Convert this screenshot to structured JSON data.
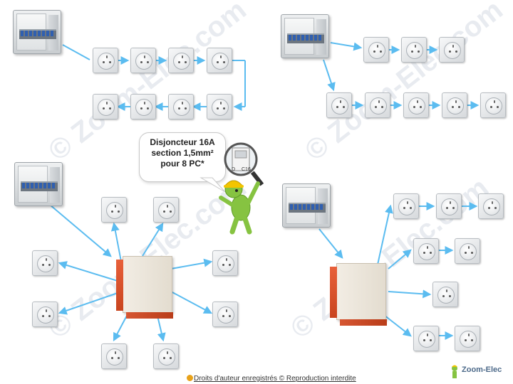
{
  "callout": {
    "line1": "Disjoncteur 16A",
    "line2": "section 1,5mm²",
    "line3": "pour 8 PC*"
  },
  "breaker_label": {
    "left": "D",
    "right": "C16"
  },
  "watermark_text": "© Zoom-Elec.com",
  "footer": {
    "copyright": "Droits d'auteur enregistrés © Reproduction interdite",
    "brand": "Zoom-Elec"
  },
  "colors": {
    "wire": "#5bbcf0",
    "junction_box": "#e8603a",
    "character": "#86c341",
    "helmet": "#f2c500"
  }
}
